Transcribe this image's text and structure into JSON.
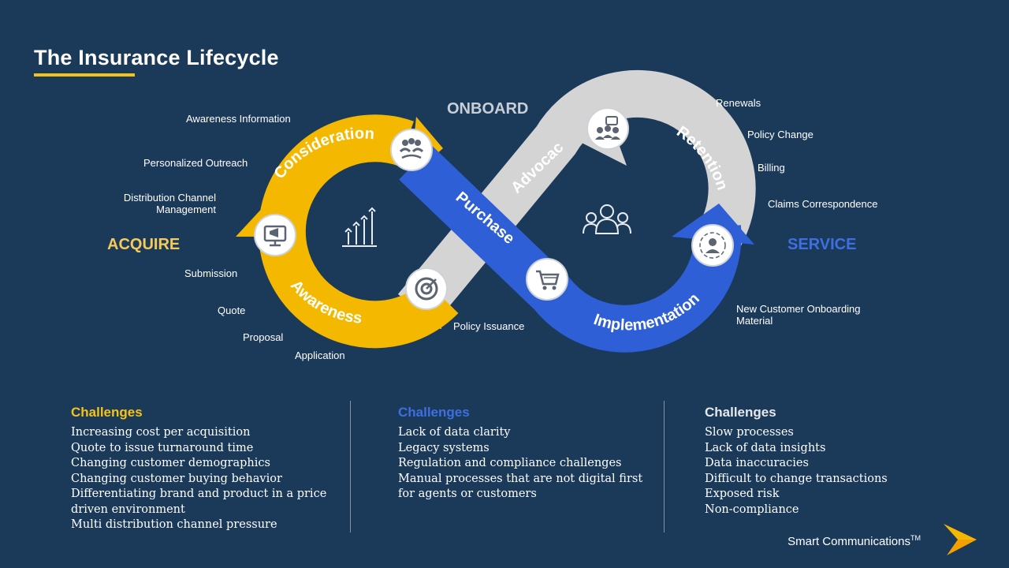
{
  "title": "The Insurance Lifecycle",
  "phases": {
    "acquire": "ACQUIRE",
    "onboard": "ONBOARD",
    "service": "SERVICE"
  },
  "loop": {
    "consideration": "Consideration",
    "awareness": "Awareness",
    "purchase": "Purchase",
    "advocacy": "Advocacy",
    "retention": "Retention",
    "implementation": "Implementation"
  },
  "labels": {
    "awareness_information": "Awareness Information",
    "personalized_outreach": "Personalized Outreach",
    "distribution_line1": "Distribution Channel",
    "distribution_line2": "Management",
    "submission": "Submission",
    "quote": "Quote",
    "proposal": "Proposal",
    "application": "Application",
    "policy_issuance": "Policy Issuance",
    "renewals": "Renewals",
    "policy_change": "Policy Change",
    "billing": "Billing",
    "claims_correspondence": "Claims Correspondence",
    "onboarding_line1": "New Customer Onboarding",
    "onboarding_line2": "Material"
  },
  "icons": {
    "consideration": "team-handshake-icon",
    "acquire": "megaphone-monitor-icon",
    "center_left": "growth-chart-icon",
    "awareness": "target-icon",
    "purchase": "shopping-cart-icon",
    "advocacy": "group-chat-icon",
    "center_right": "people-group-icon",
    "implementation": "customer-service-icon"
  },
  "colors": {
    "background": "#1b3a5a",
    "yellow": "#f5b800",
    "blue": "#2f5fd6",
    "gray": "#d4d4d4",
    "acquire_heading": "#f5c95a",
    "service_heading": "#3d6fe0",
    "onboard_heading": "#c9ced6"
  },
  "challenges": [
    {
      "heading": "Challenges",
      "color": "#f5c218",
      "items": [
        "Increasing cost per acquisition",
        "Quote to issue turnaround time",
        "Changing customer demographics",
        "Changing customer buying behavior",
        "Differentiating brand and product in a price",
        "driven environment",
        "Multi distribution channel pressure"
      ]
    },
    {
      "heading": "Challenges",
      "color": "#3d6fe0",
      "items": [
        "Lack of data clarity",
        "Legacy systems",
        "Regulation and compliance challenges",
        "Manual processes that are not digital first",
        "for agents or customers"
      ]
    },
    {
      "heading": "Challenges",
      "color": "#e6e8eb",
      "items": [
        "Slow processes",
        "Lack of data insights",
        "Data inaccuracies",
        "Difficult to change transactions",
        "Exposed risk",
        "Non-compliance"
      ]
    }
  ],
  "brand": {
    "name": "Smart Communications",
    "tm": "TM"
  }
}
